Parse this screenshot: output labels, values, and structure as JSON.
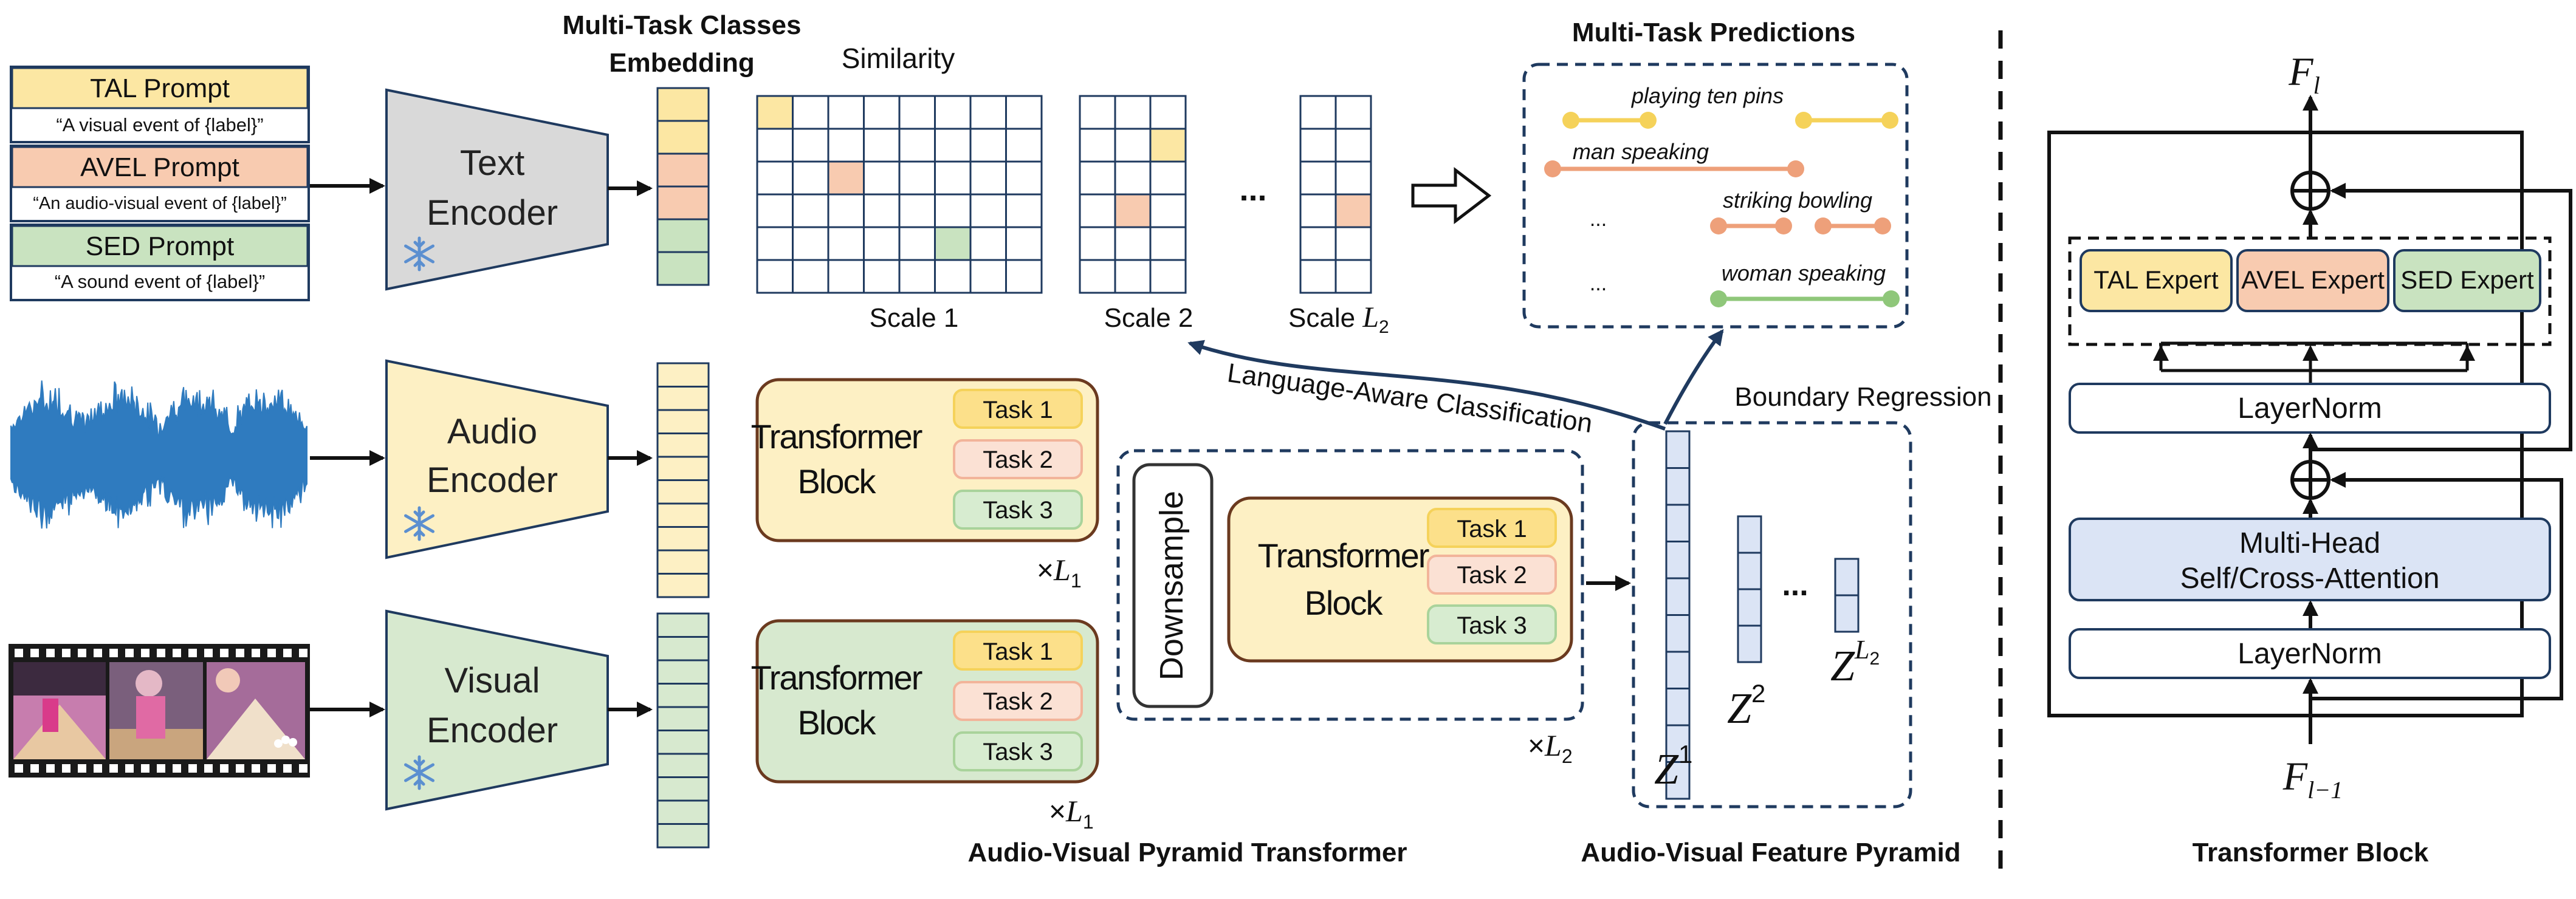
{
  "titles": {
    "embedding_line1": "Multi-Task Classes",
    "embedding_line2": "Embedding",
    "similarity": "Similarity",
    "predictions": "Multi-Task Predictions",
    "pyramid_transformer": "Audio-Visual Pyramid Transformer",
    "feature_pyramid": "Audio-Visual Feature Pyramid",
    "transformer_block": "Transformer Block"
  },
  "prompts": [
    {
      "name": "TAL Prompt",
      "template": "“A visual event of  {label}”",
      "color": "#fce7a3"
    },
    {
      "name": "AVEL Prompt",
      "template": "“An audio-visual event of  {label}”",
      "color": "#f8cbb0"
    },
    {
      "name": "SED Prompt",
      "template": "“A sound event of  {label}”",
      "color": "#c9e3c0"
    }
  ],
  "encoders": {
    "text": [
      "Text",
      "Encoder"
    ],
    "audio": [
      "Audio",
      "Encoder"
    ],
    "visual": [
      "Visual",
      "Encoder"
    ]
  },
  "transformer": {
    "line1": "Transformer",
    "line2": "Block",
    "tasks": [
      "Task 1",
      "Task 2",
      "Task 3"
    ],
    "downsample": "Downsample"
  },
  "scales": {
    "s1": "Scale 1",
    "s2": "Scale 2",
    "sL": "Scale ",
    "sL_math": "L",
    "sL_sub": "2",
    "ellipsis": "..."
  },
  "repeats": {
    "L1": "L",
    "L1_sub": "1",
    "L2": "L",
    "L2_sub": "2",
    "times": "×"
  },
  "labels": {
    "language_aware": "Language-Aware Classification",
    "boundary": "Boundary Regression"
  },
  "pyramid": {
    "z": "Z",
    "z1_sup": "1",
    "z2_sup": "2",
    "zL_sup": "L",
    "zL_sup_sub": "2",
    "ellipsis": "..."
  },
  "predictions": [
    {
      "label": "playing ten pins"
    },
    {
      "label": "man speaking"
    },
    {
      "label": "striking bowling"
    },
    {
      "label": "woman speaking"
    },
    {
      "dots1": "...",
      "dots2": "..."
    }
  ],
  "block": {
    "experts": [
      "TAL Expert",
      "AVEL Expert",
      "SED Expert"
    ],
    "layernorm": "LayerNorm",
    "attention_line1": "Multi-Head",
    "attention_line2": "Self/Cross-Attention",
    "out_label": "F",
    "out_sub": "l",
    "in_label": "F",
    "in_sub": "l−1"
  },
  "colors": {
    "yellow": "#fce7a3",
    "orange": "#f8cbb0",
    "green": "#c9e3c0",
    "blue_fill": "#dbe4f5",
    "dark_navy": "#1f3a5f",
    "audio_wave": "#2f7bbf"
  },
  "icons": {
    "frozen": "snowflake-icon",
    "arrow": "hollow-arrow-icon",
    "sum": "circle-plus-icon"
  }
}
